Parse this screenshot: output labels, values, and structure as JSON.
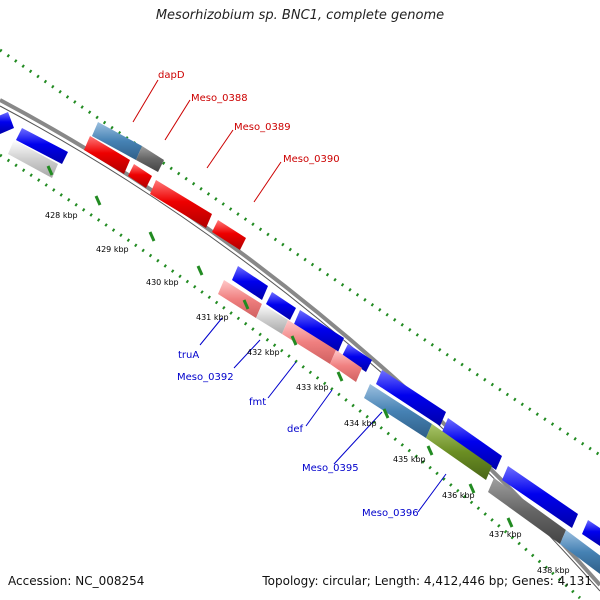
{
  "title": "Mesorhizobium sp. BNC1, complete genome",
  "footer": {
    "accession": "Accession: NC_008254",
    "summary": "Topology: circular; Length: 4,412,446 bp; Genes: 4,131"
  },
  "colors": {
    "forward_cds": "#0000ee",
    "reverse_cds": "#ee0000",
    "pink_feature": "#f08080",
    "steelblue_feature": "#4682b4",
    "green_feature": "#6b8e23",
    "gray_feature": "#666666",
    "lightgray_feature": "#c0c0c0",
    "dotted_track": "#228b22",
    "backbone": "#888888",
    "top_labels": "#cc0000",
    "bottom_labels": "#0000cc"
  },
  "scale_labels": [
    "428 kbp",
    "429 kbp",
    "430 kbp",
    "431 kbp",
    "432 kbp",
    "433 kbp",
    "434 kbp",
    "435 kbp",
    "436 kbp",
    "437 kbp",
    "438 kbp"
  ],
  "top_gene_labels": [
    "dapD",
    "Meso_0388",
    "Meso_0389",
    "Meso_0390"
  ],
  "bottom_gene_labels": [
    "truA",
    "Meso_0392",
    "fmt",
    "def",
    "Meso_0395",
    "Meso_0396"
  ]
}
